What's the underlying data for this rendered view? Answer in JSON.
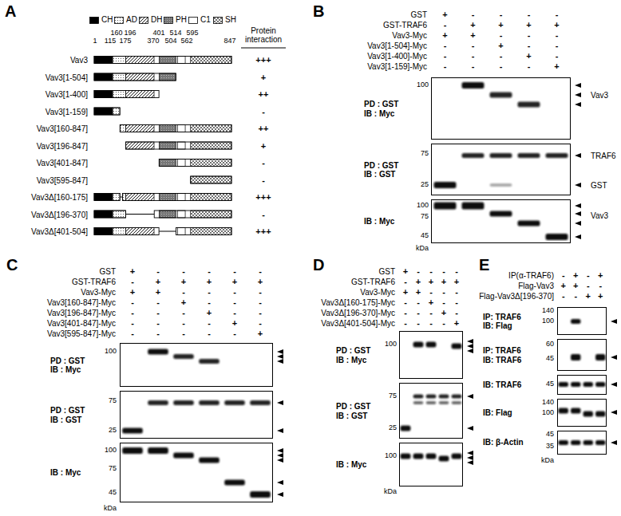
{
  "diagram": {
    "nodes": [
      {
        "text": [
          "PD : GST IB : Myc"
        ]
      },
      {
        "text": [
          "PD : GST IB : GST"
        ]
      },
      {
        "text": [
          "IB : Myc"
        ]
      },
      {
        "text": [
          "PD : GST IB : Myc"
        ]
      },
      {
        "text": [
          "PD : GST IB : GST"
        ]
      },
      {
        "text": [
          "IB : Myc"
        ]
      },
      {
        "text": [
          "PD : GST IB : Myc"
        ]
      },
      {
        "text": [
          "PD : GST IB : GST"
        ]
      },
      {
        "text": [
          "IB : Myc"
        ]
      },
      {
        "text": [
          "IP: TRAF6 IB: Flag"
        ]
      },
      {
        "text": [
          "IP: TRAF6 IB: TRAF6"
        ]
      },
      {
        "text": [
          "IB: TRAF6"
        ]
      },
      {
        "text": [
          "IB: Flag"
        ]
      },
      {
        "text": [
          "IB: β-Actin"
        ]
      }
    ],
    "labels": [
      "A",
      "Protein interaction",
      "Vav3",
      "+++",
      "Vav3[1-504]",
      "+",
      "Vav3[1-400]",
      "++",
      "Vav3[1-159]",
      "-",
      "Vav3[160-847]",
      "++",
      "Vav3[196-847]",
      "+",
      "Vav3[401-847]",
      "-",
      "Vav3[595-847]",
      "-",
      "Vav3Δ[160-175]",
      "+++",
      "Vav3Δ[196-370]",
      "-",
      "Vav3Δ[401-504]",
      "+++",
      "1",
      "115",
      "160",
      "175",
      "196",
      "370",
      "401",
      "504",
      "514",
      "562",
      "595",
      "847",
      "B",
      "GST",
      "+",
      "-",
      "-",
      "-",
      "-",
      "GST-TRAF6",
      "-",
      "+",
      "+",
      "+",
      "+",
      "Vav3-Myc",
      "+",
      "+",
      "-",
      "-",
      "-",
      "Vav3[1-504]-Myc",
      "-",
      "-",
      "+",
      "-",
      "-",
      "Vav3[1-400]-Myc",
      "-",
      "-",
      "-",
      "+",
      "-",
      "Vav3[1-159]-Myc",
      "-",
      "-",
      "-",
      "-",
      "+",
      "100",
      "Vav3",
      "75",
      "25",
      "TRAF6",
      "GST",
      "100",
      "75",
      "45",
      "kDa",
      "Vav3",
      "C",
      "GST",
      "+",
      "-",
      "-",
      "-",
      "-",
      "-",
      "GST-TRAF6",
      "-",
      "+",
      "+",
      "+",
      "+",
      "+",
      "Vav3-Myc",
      "+",
      "+",
      "-",
      "-",
      "-",
      "-",
      "Vav3[160-847]-Myc",
      "-",
      "-",
      "+",
      "-",
      "-",
      "-",
      "Vav3[196-847]-Myc",
      "-",
      "-",
      "-",
      "+",
      "-",
      "-",
      "Vav3[401-847]-Myc",
      "-",
      "-",
      "-",
      "-",
      "+",
      "-",
      "Vav3[595-847]-Myc",
      "-",
      "-",
      "-",
      "-",
      "-",
      "+",
      "100",
      "75",
      "25",
      "100",
      "75",
      "45",
      "kDa",
      "D",
      "GST",
      "+",
      "-",
      "-",
      "-",
      "-",
      "GST-TRAF6",
      "-",
      "+",
      "+",
      "+",
      "+",
      "Vav3-Myc",
      "+",
      "+",
      "-",
      "-",
      "-",
      "Vav3Δ[160-175]-Myc",
      "-",
      "-",
      "+",
      "-",
      "-",
      "Vav3Δ[196-370]-Myc",
      "-",
      "-",
      "-",
      "+",
      "-",
      "Vav3Δ[401-504]-Myc",
      "-",
      "-",
      "-",
      "-",
      "+",
      "100",
      "75",
      "25",
      "100",
      "kDa",
      "E",
      "IP(α-TRAF6)",
      "-",
      "+",
      "-",
      "+",
      "Flag-Vav3",
      "+",
      "+",
      "-",
      "-",
      "Flag-Vav3Δ[196-370]",
      "-",
      "-",
      "+",
      "+",
      "140",
      "100",
      "60",
      "45",
      "45",
      "140",
      "100",
      "45",
      "35",
      "kDa"
    ],
    "legend": [
      {
        "text": "CH",
        "color": "#000000"
      },
      {
        "text": "AD"
      },
      {
        "text": "DH"
      },
      {
        "text": "PH"
      },
      {
        "text": "C1",
        "color": "#ffffff"
      },
      {
        "text": "SH"
      }
    ]
  }
}
